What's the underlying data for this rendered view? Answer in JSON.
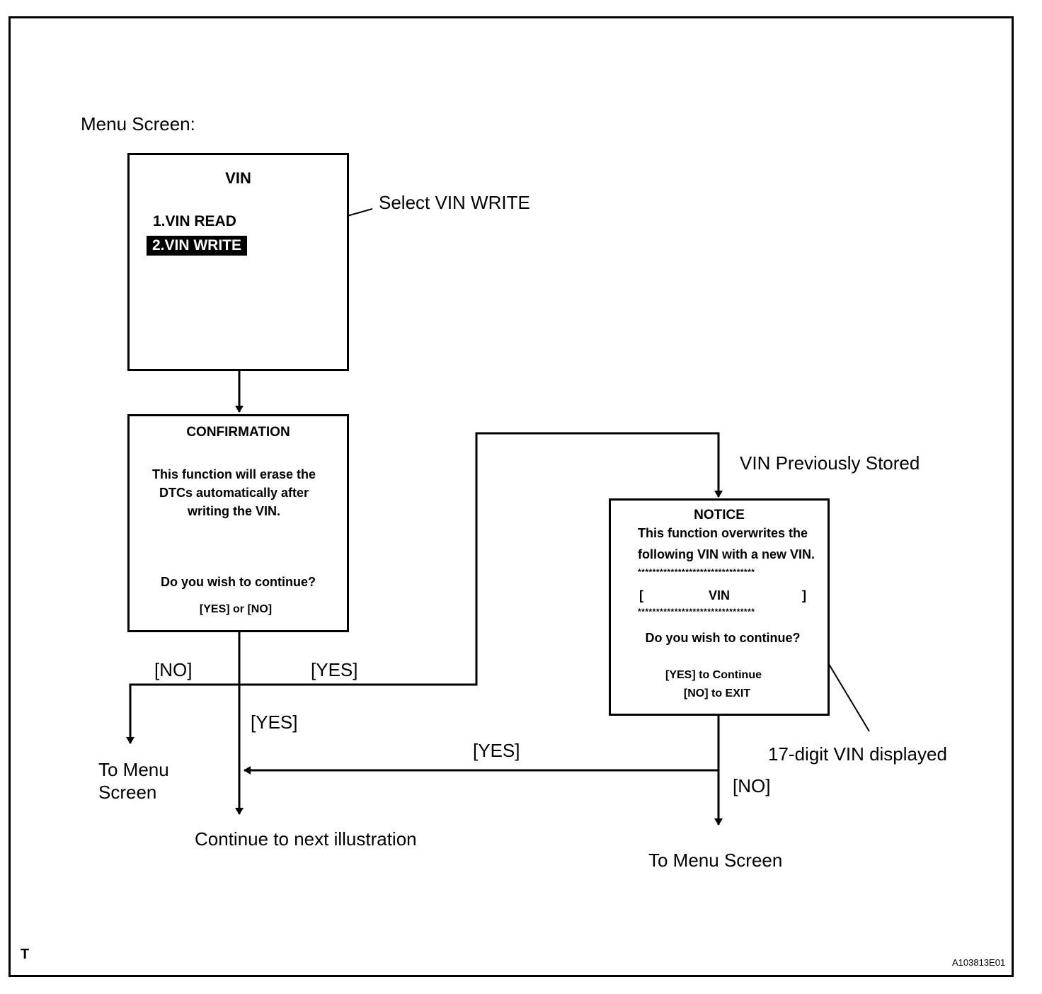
{
  "labels": {
    "menu_screen": "Menu Screen:",
    "select_vin_write": "Select VIN WRITE",
    "vin_previously_stored": "VIN Previously Stored",
    "seventeen_digit": "17-digit VIN displayed",
    "no_left": "[NO]",
    "yes_top": "[YES]",
    "yes_mid": "[YES]",
    "yes_bottom": "[YES]",
    "no_right": "[NO]",
    "to_menu_left_1": "To Menu",
    "to_menu_left_2": "Screen",
    "continue_next": "Continue to next illustration",
    "to_menu_right": "To Menu Screen",
    "corner_t": "T",
    "figure_id": "A103813E01"
  },
  "menu_box": {
    "title": "VIN",
    "item1": "1.VIN READ",
    "item2": "2.VIN WRITE"
  },
  "confirm_box": {
    "title": "CONFIRMATION",
    "line1": "This function will erase the",
    "line2": "DTCs automatically after",
    "line3": "writing the VIN.",
    "question": "Do you wish to continue?",
    "options": "[YES] or [NO]"
  },
  "notice_box": {
    "title": "NOTICE",
    "line1": "This function overwrites the",
    "line2": "following VIN with a new VIN.",
    "stars": "********************************",
    "bracket_open": "[",
    "vin": "VIN",
    "bracket_close": "]",
    "question": "Do you wish to continue?",
    "opt1": "[YES] to Continue",
    "opt2": "[NO] to EXIT"
  }
}
